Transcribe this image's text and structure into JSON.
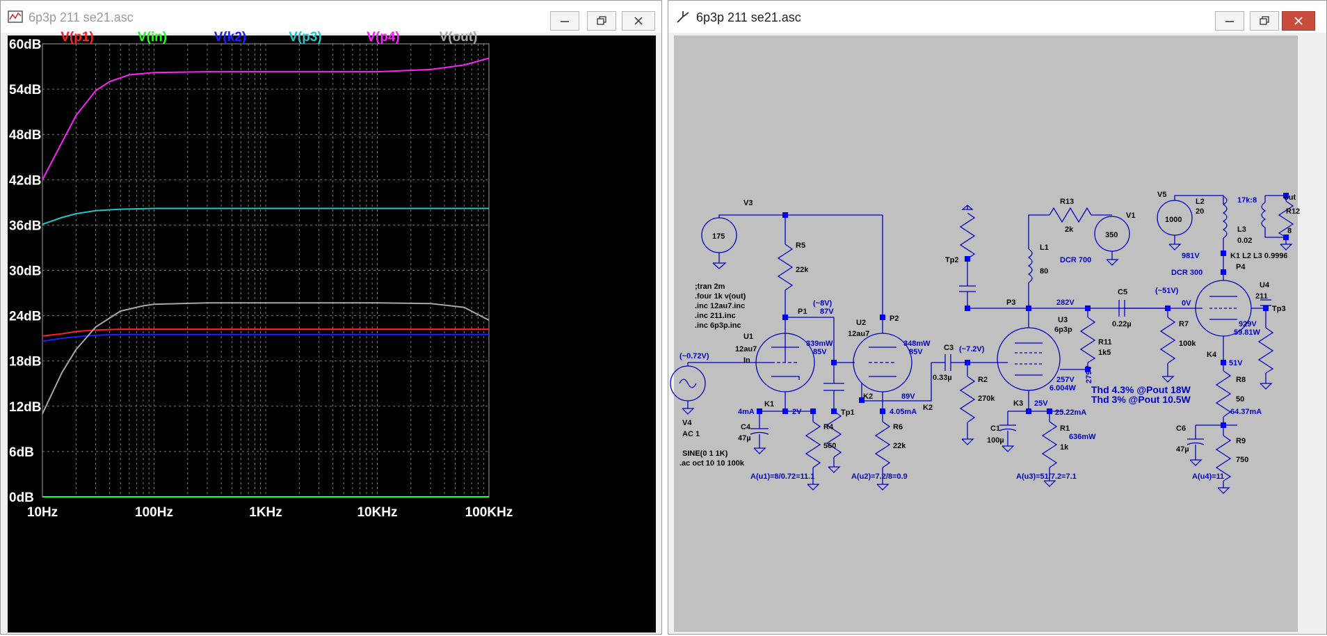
{
  "left_window": {
    "title": "6p3p 211 se21.asc",
    "buttons": {
      "minimize": "minimize",
      "maximize": "maximize",
      "close": "close"
    }
  },
  "right_window": {
    "title": "6p3p 211 se21.asc"
  },
  "chart_data": {
    "type": "line",
    "x_scale": "log",
    "x_ticks": [
      "10Hz",
      "100Hz",
      "1KHz",
      "10KHz",
      "100KHz"
    ],
    "y_ticks": [
      "60dB",
      "54dB",
      "48dB",
      "42dB",
      "36dB",
      "30dB",
      "24dB",
      "18dB",
      "12dB",
      "6dB",
      "0dB"
    ],
    "xlim": [
      10,
      100000
    ],
    "ylim": [
      0,
      60
    ],
    "grid": true,
    "legend_placement": "top",
    "series": [
      {
        "name": "V(p1)",
        "color": "#ff2020",
        "x": [
          10,
          15,
          20,
          30,
          50,
          100,
          1000,
          10000,
          100000
        ],
        "y": [
          21.3,
          21.6,
          21.9,
          22.1,
          22.2,
          22.2,
          22.2,
          22.2,
          22.2
        ]
      },
      {
        "name": "V(in)",
        "color": "#20ff20",
        "x": [
          10,
          100,
          1000,
          10000,
          100000
        ],
        "y": [
          0,
          0,
          0,
          0,
          0
        ]
      },
      {
        "name": "V(k2)",
        "color": "#2020ff",
        "x": [
          10,
          15,
          20,
          30,
          50,
          100,
          1000,
          10000,
          100000
        ],
        "y": [
          20.6,
          21.0,
          21.2,
          21.4,
          21.5,
          21.5,
          21.5,
          21.5,
          21.5
        ]
      },
      {
        "name": "V(p3)",
        "color": "#20c8c8",
        "x": [
          10,
          15,
          20,
          30,
          50,
          100,
          1000,
          10000,
          100000
        ],
        "y": [
          36.1,
          37.0,
          37.5,
          37.9,
          38.1,
          38.2,
          38.2,
          38.2,
          38.2
        ]
      },
      {
        "name": "V(p4)",
        "color": "#ff20ff",
        "x": [
          10,
          15,
          20,
          30,
          40,
          60,
          100,
          300,
          1000,
          10000,
          30000,
          60000,
          100000
        ],
        "y": [
          42.0,
          47.0,
          50.5,
          53.8,
          55.0,
          55.9,
          56.2,
          56.3,
          56.3,
          56.3,
          56.6,
          57.2,
          58.1
        ]
      },
      {
        "name": "V(out)",
        "color": "#a8a8a8",
        "x": [
          10,
          15,
          20,
          30,
          50,
          80,
          100,
          300,
          1000,
          10000,
          30000,
          60000,
          100000
        ],
        "y": [
          11.0,
          16.5,
          19.5,
          22.5,
          24.6,
          25.3,
          25.5,
          25.7,
          25.7,
          25.7,
          25.6,
          25.1,
          23.4
        ]
      }
    ]
  },
  "schematic": {
    "labels": {
      "V3": "V3",
      "v3val": "175",
      "R5": "R5",
      "r5val": "22k",
      "P1": "P1",
      "P2": "P2",
      "p1v": "(~8V)",
      "p1v2": "87V",
      "tran": ";tran 2m",
      "four": ".four 1k v(out)",
      "inc1": ".inc 12au7.inc",
      "inc2": ".inc 211.inc",
      "inc3": ".inc 6p3p.inc",
      "U1": "U1",
      "u1t": "12au7",
      "In": "In",
      "u1p": "339mW",
      "u1v": "85V",
      "vin": "(~0.72V)",
      "K1": "K1",
      "k1v": "2V",
      "k1i": "4mA",
      "C4": "C4",
      "c4v": "47µ",
      "R4": "R4",
      "r4v": "560",
      "V4": "V4",
      "v4v": "AC 1",
      "sine": "SINE(0 1 1K)",
      "ac": ".ac oct 10 10 100k",
      "au1": "A(u1)=8/0.72=11.1",
      "U2": "U2",
      "u2t": "12au7",
      "u2p": "348mW",
      "u2v": "85V",
      "K2": "K2",
      "k2i": "4.05mA",
      "k2v": "89V",
      "K2b": "K2",
      "Tp1": "Tp1",
      "R6": "R6",
      "r6v": "22k",
      "au2": "A(u2)=7.2/8=0.9",
      "C3": "C3",
      "c3v": "0.33µ",
      "vg3": "(~7.2V)",
      "R2": "R2",
      "r2v": "270k",
      "Tp2": "Tp2",
      "P3": "P3",
      "p3v": "282V",
      "L1": "L1",
      "l1v": "80",
      "dcr700": "DCR 700",
      "R13": "R13",
      "r13v": "2k",
      "V1": "V1",
      "v1v": "350",
      "U3": "U3",
      "u3t": "6p3p",
      "u3v1": "257V",
      "u3v2": "6.004W",
      "u3v3": "279V",
      "R11": "R11",
      "r11v": "1k5",
      "K3": "K3",
      "k3v": "25V",
      "k3i": "25.22mA",
      "C1": "C1",
      "c1v": "100µ",
      "R1": "R1",
      "r1v": "1k",
      "r1p": "636mW",
      "au3": "A(u3)=51/7.2=7.1",
      "C5": "C5",
      "c5v": "0.22µ",
      "vg4": "(~51V)",
      "ov": "0V",
      "R7": "R7",
      "r7v": "100k",
      "thd1": "Thd 4.3% @Pout 18W",
      "thd2": "Thd 3% @Pout 10.5W",
      "V5": "V5",
      "v5v": "1000",
      "L2": "L2",
      "l2v": "20",
      "L3": "L3",
      "l3v": "0.02",
      "ratio": "17k:8",
      "out": "out",
      "R12": "R12",
      "r12v": "8",
      "v981": "981V",
      "k1l2": "K1 L2 L3 0.9996",
      "dcr300": "DCR 300",
      "P4": "P4",
      "U4": "U4",
      "u4t": "211",
      "u4v1": "929V",
      "u4v2": "59.81W",
      "Tp3": "Tp3",
      "K4": "K4",
      "k4v": "51V",
      "R8": "R8",
      "r8v": "50",
      "C6": "C6",
      "c6v": "47µ",
      "k4i": "64.37mA",
      "R9": "R9",
      "r9v": "750",
      "au4": "A(u4)=11"
    }
  }
}
